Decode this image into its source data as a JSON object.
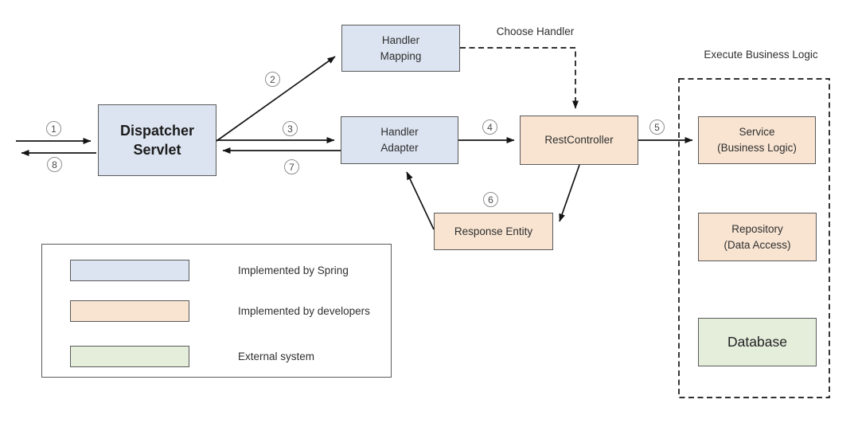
{
  "nodes": {
    "dispatcher_servlet": "Dispatcher\nServlet",
    "handler_mapping": "Handler\nMapping",
    "handler_adapter": "Handler\nAdapter",
    "rest_controller": "RestController",
    "response_entity": "Response Entity",
    "service": "Service\n(Business Logic)",
    "repository": "Repository\n(Data Access)",
    "database": "Database"
  },
  "annotations": {
    "choose_handler": "Choose Handler",
    "execute_business_logic": "Execute Business Logic"
  },
  "steps": {
    "1": "1",
    "2": "2",
    "3": "3",
    "4": "4",
    "5": "5",
    "6": "6",
    "7": "7",
    "8": "8"
  },
  "legend": {
    "items": [
      {
        "label": "Implemented by Spring",
        "color": "#dce4f1"
      },
      {
        "label": "Implemented by developers",
        "color": "#f8e4d1"
      },
      {
        "label": "External system",
        "color": "#e4eedb"
      }
    ]
  },
  "colors": {
    "spring": "#dce4f1",
    "developers": "#f8e4d1",
    "external": "#e4eedb",
    "box_border": "#5a5a5a",
    "arrow": "#141414"
  }
}
